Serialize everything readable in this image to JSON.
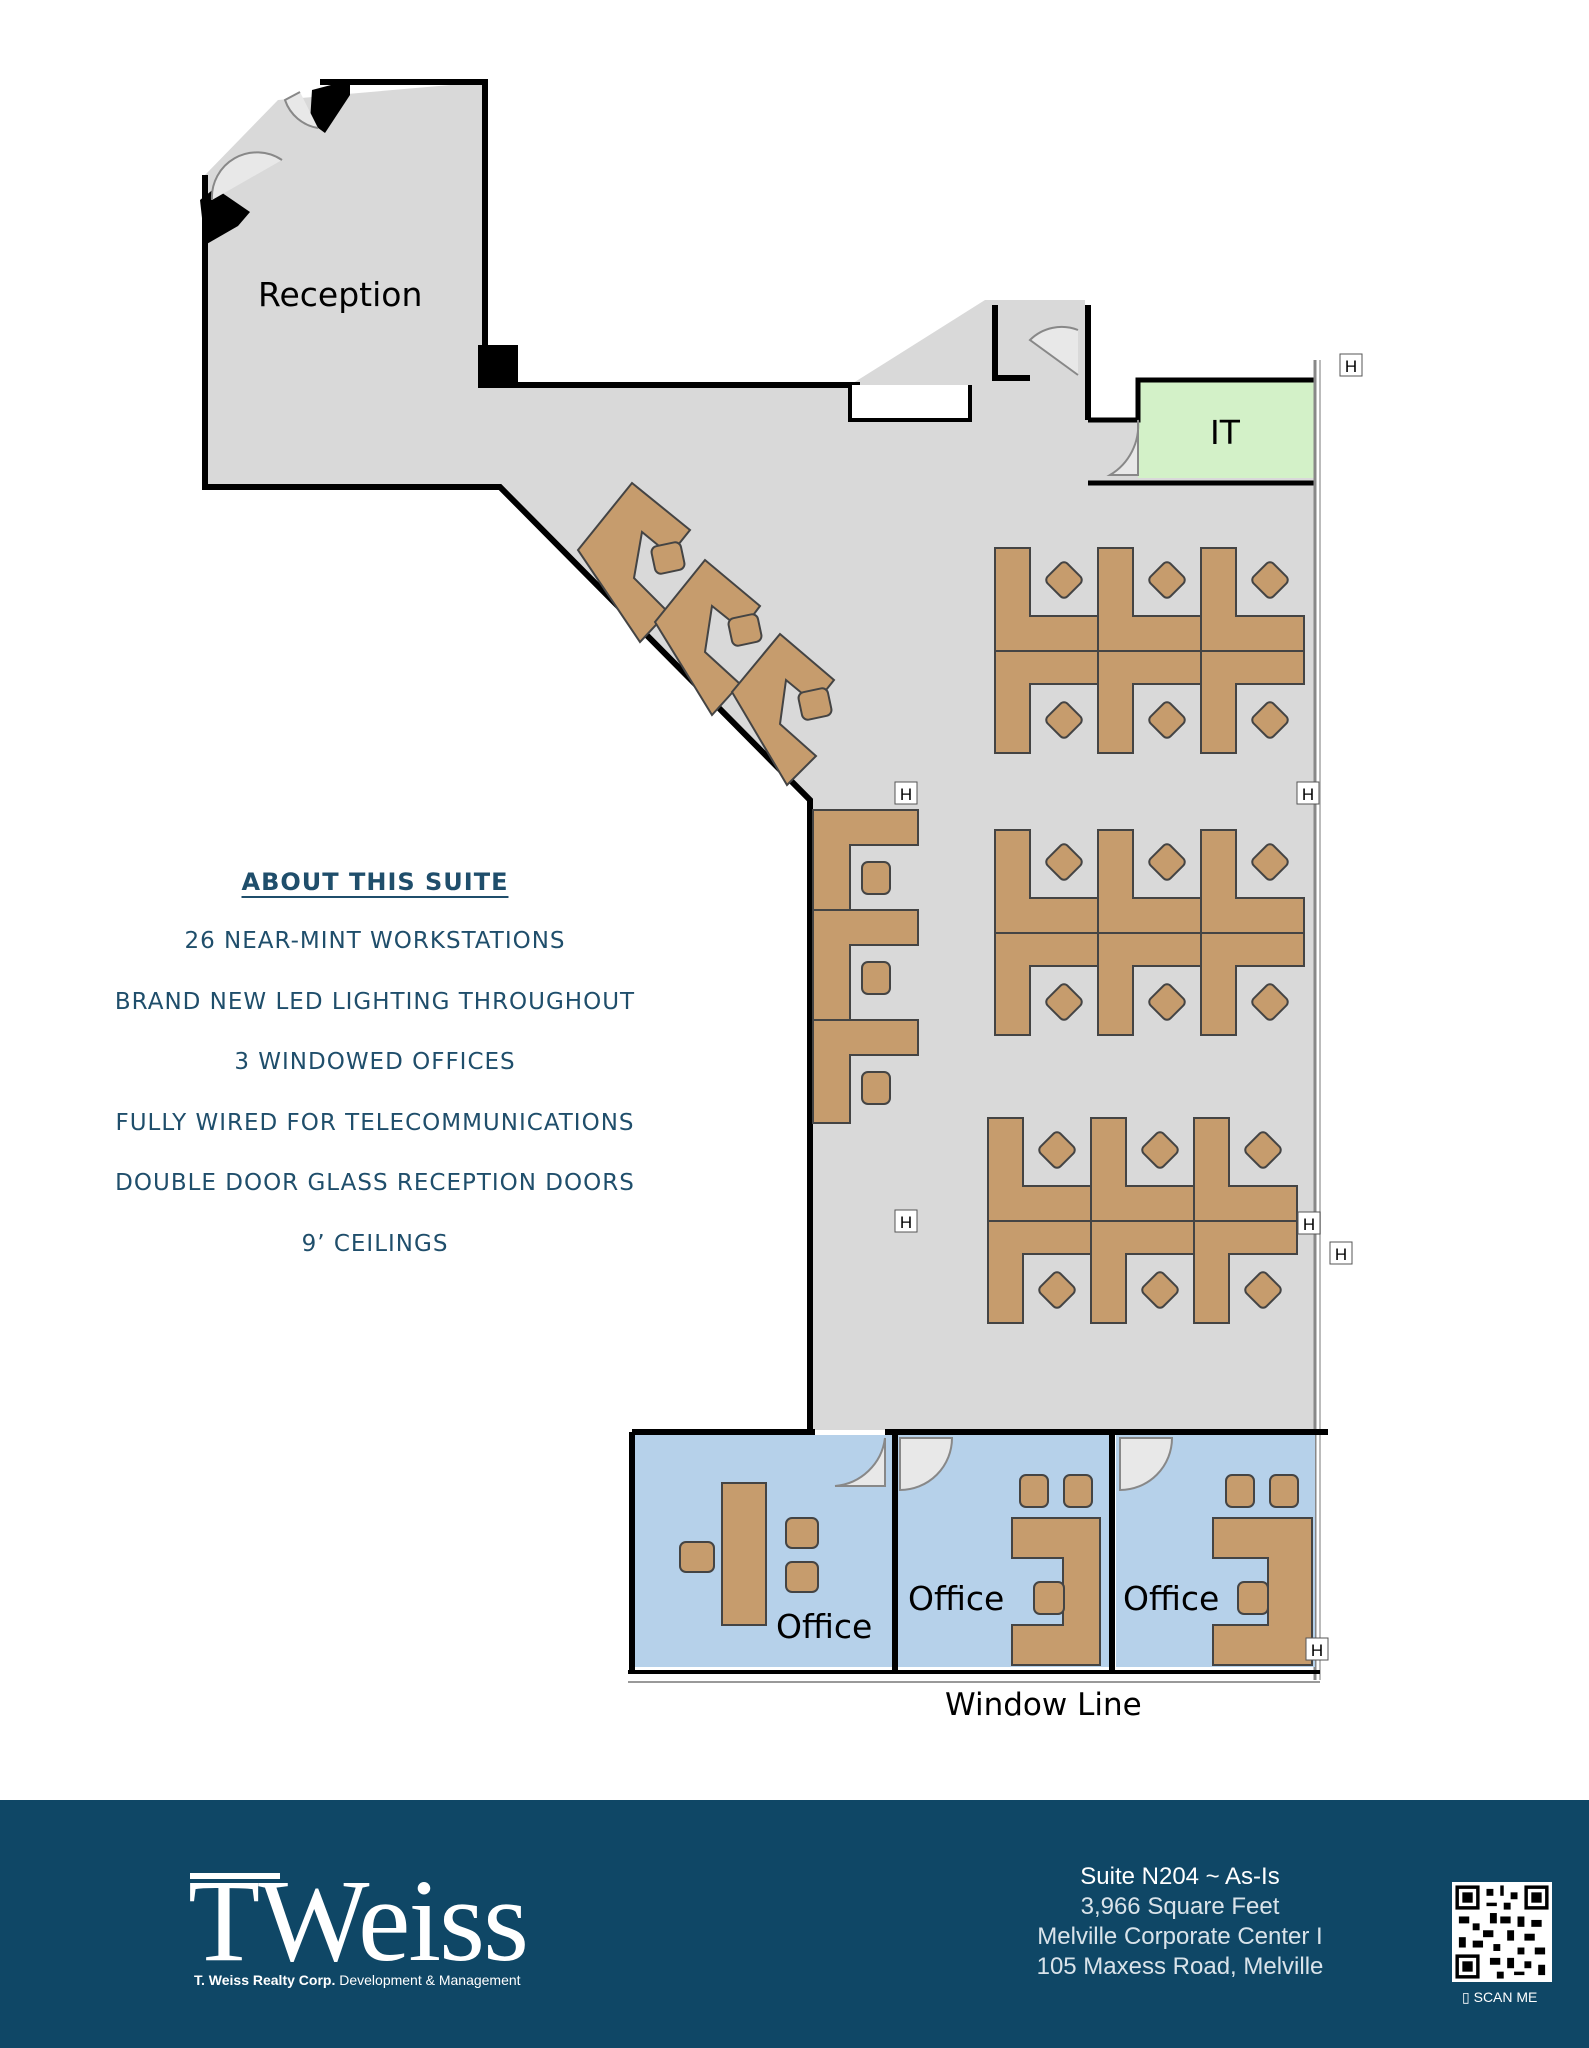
{
  "plan": {
    "rooms": {
      "reception": "Reception",
      "it": "IT",
      "office_1": "Office",
      "office_2": "Office",
      "office_3": "Office"
    },
    "window_line": "Window Line",
    "heat_marker": "H",
    "colors": {
      "floor": "#d9d9d9",
      "desk": "#c69c6d",
      "office": "#b6d1ea",
      "it": "#d3f1c8",
      "wall": "#000000"
    }
  },
  "about": {
    "title": "ABOUT THIS SUITE",
    "items": [
      "26 NEAR-MINT WORKSTATIONS",
      "BRAND NEW LED LIGHTING THROUGHOUT",
      "3 WINDOWED OFFICES",
      "FULLY WIRED FOR TELECOMMUNICATIONS",
      "DOUBLE DOOR GLASS RECEPTION DOORS",
      "9’ CEILINGS"
    ]
  },
  "footer": {
    "logo_text": "TWeiss",
    "company": "T. Weiss Realty Corp.",
    "company_tagline": "Development & Management",
    "suite_title": "Suite N204 ~ As-Is",
    "square_feet": "3,966 Square Feet",
    "building": "Melville Corporate Center I",
    "address": "105 Maxess Road, Melville",
    "scan_label": "SCAN ME",
    "scan_icon": "phone-icon",
    "background_color": "#0f4766"
  }
}
